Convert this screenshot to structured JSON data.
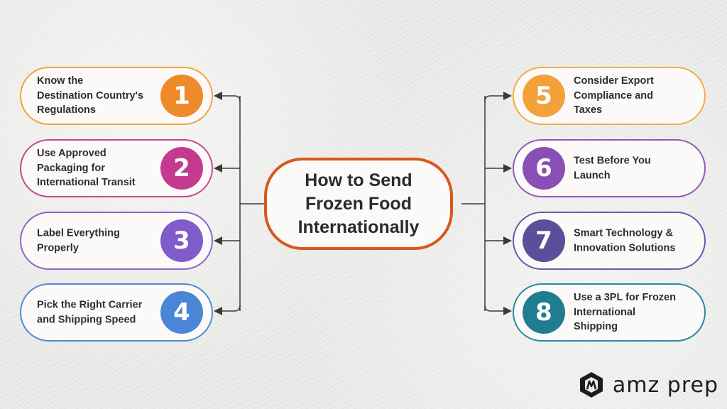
{
  "title": "How to Send\nFrozen Food\nInternationally",
  "steps": [
    {
      "number": "1",
      "text": "Know the\nDestination Country's\nRegulations",
      "color": "#ef8a2b",
      "border": "#efa43a"
    },
    {
      "number": "2",
      "text": "Use Approved\nPackaging for\nInternational Transit",
      "color": "#c43a8f",
      "border": "#c04a94"
    },
    {
      "number": "3",
      "text": "Label Everything\nProperly",
      "color": "#7f5cc9",
      "border": "#8a67c8"
    },
    {
      "number": "4",
      "text": "Pick the Right Carrier\nand Shipping Speed",
      "color": "#4a86d6",
      "border": "#4f8ad6"
    },
    {
      "number": "5",
      "text": "Consider Export\nCompliance and\nTaxes",
      "color": "#f4a13c",
      "border": "#f2ae48"
    },
    {
      "number": "6",
      "text": "Test Before You\nLaunch",
      "color": "#8a4fb4",
      "border": "#9159ba"
    },
    {
      "number": "7",
      "text": "Smart Technology &\nInnovation Solutions",
      "color": "#5c4e9a",
      "border": "#6a5aa6"
    },
    {
      "number": "8",
      "text": "Use a 3PL for Frozen\nInternational\nShipping",
      "color": "#1f7d8f",
      "border": "#2a8aa0"
    }
  ],
  "brand": {
    "name": "amz prep",
    "icon": "amz-prep-logo-icon"
  }
}
